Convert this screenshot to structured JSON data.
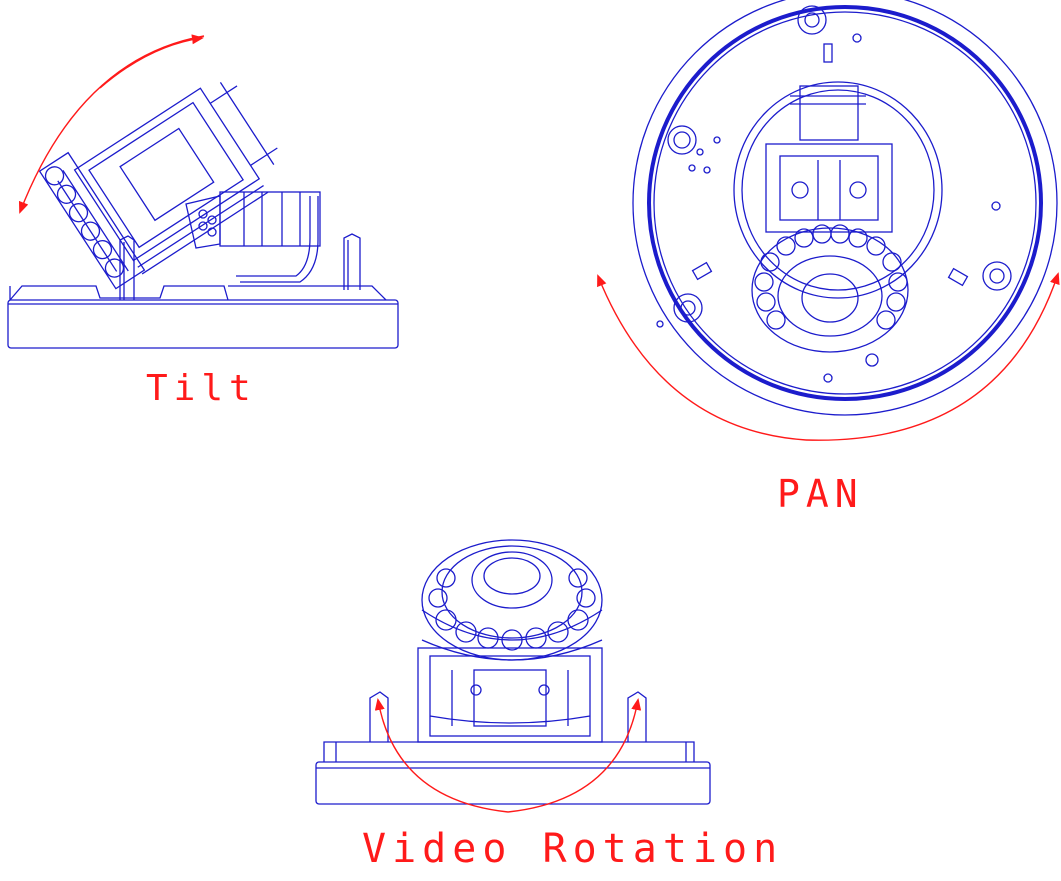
{
  "colors": {
    "line": "#1c1ccc",
    "arrow": "#ff1a1a"
  },
  "labels": {
    "tilt": "Tilt",
    "pan": "PAN",
    "rotation": "Video Rotation"
  }
}
